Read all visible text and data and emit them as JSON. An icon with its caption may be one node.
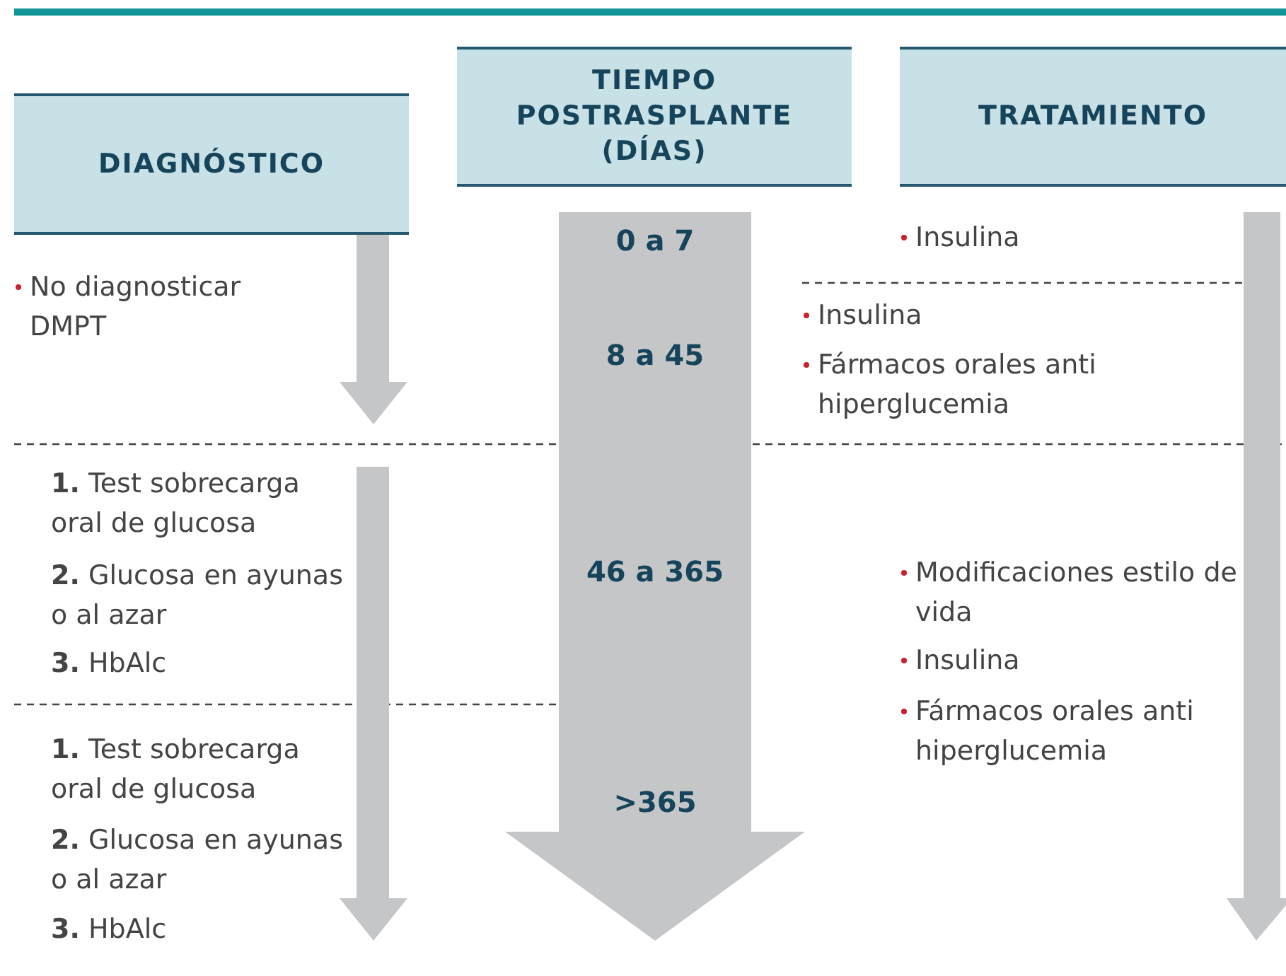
{
  "diagram": {
    "nodes": [
      {
        "text": [
          "DIAGNÓSTICO"
        ]
      },
      {
        "text": [
          "TIEMPO POSTRASPLANTE (DÍAS)"
        ]
      },
      {
        "text": [
          "TRATAMIENTO"
        ]
      }
    ],
    "labels": [
      "0 a 7",
      "Insulina",
      "No diagnosticar DMPT",
      "8 a 45",
      "Insulina",
      "Fármacos orales anti hiperglucemia",
      "**1.** Test sobrecarga oral de glucosa",
      "**2.** Glucosa en ayunas o al azar",
      "46 a 365",
      "Modificaciones estilo de vida",
      "**3.** HbAlc",
      "Insulina",
      "Fármacos orales anti hiperglucemia",
      "**1.** Test sobrecarga oral de glucosa",
      ">365",
      "**2.** Glucosa en ayunas o al azar",
      "**3.** HbAlc"
    ]
  }
}
